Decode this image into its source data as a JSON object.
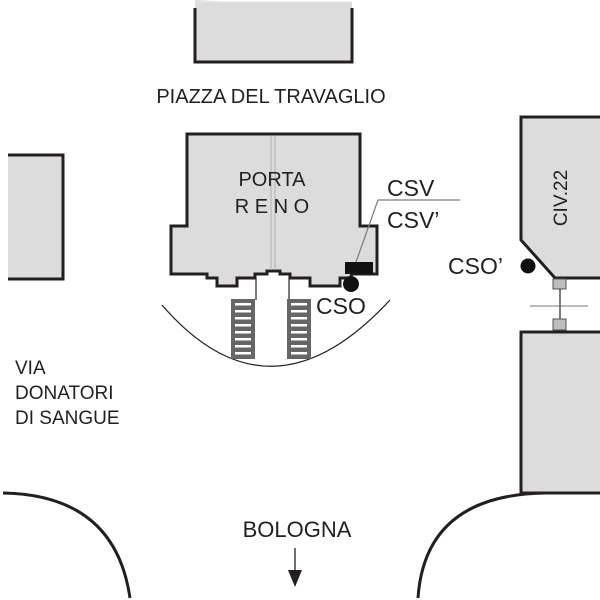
{
  "map": {
    "type": "street-plan",
    "labels": {
      "square": "PIAZZA DEL TRAVAGLIO",
      "gate_line1": "PORTA",
      "gate_line2": "R E N O",
      "street_line1": "VIA",
      "street_line2": "DONATORI",
      "street_line3": "DI SANGUE",
      "building_number": "CIV.22",
      "direction": "BOLOGNA"
    },
    "markers": [
      {
        "id": "csv",
        "label": "CSV",
        "kind": "rectangle-marker"
      },
      {
        "id": "csv-prime",
        "label": "CSV’",
        "kind": "rectangle-marker"
      },
      {
        "id": "cso",
        "label": "CSO",
        "kind": "dot-marker"
      },
      {
        "id": "cso-prime",
        "label": "CSO’",
        "kind": "dot-marker"
      }
    ],
    "icons": {
      "direction_arrow": "arrow-down-icon",
      "crosswalk": "crosswalk-icon"
    },
    "colors": {
      "building_fill": "#dcdcdc",
      "outline": "#231f20",
      "crosswalk_fill": "#666666",
      "post_fill": "#bdbdbd"
    }
  }
}
